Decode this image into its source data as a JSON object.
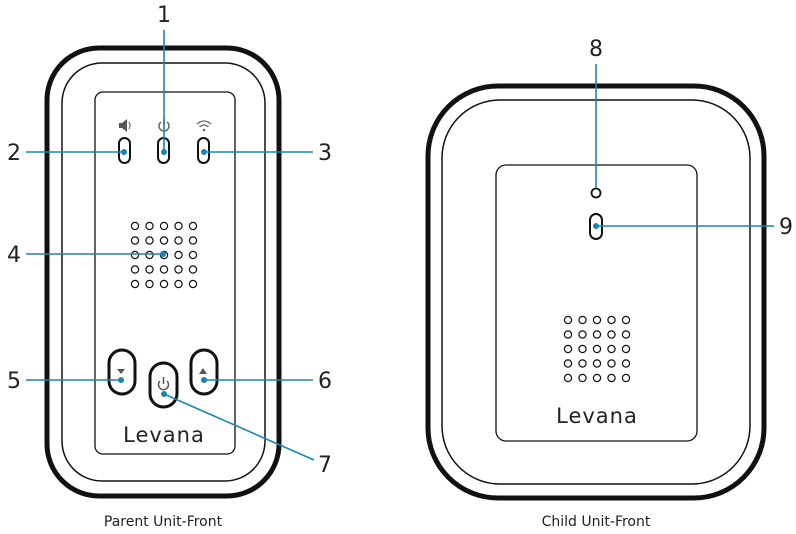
{
  "callouts": [
    "1",
    "2",
    "3",
    "4",
    "5",
    "6",
    "7",
    "8",
    "9"
  ],
  "brand": "Levana",
  "captions": {
    "parent": "Parent Unit-Front",
    "child": "Child Unit-Front"
  },
  "colors": {
    "leader": "#1a86b0",
    "outline": "#111111"
  },
  "icons": [
    "speaker-icon",
    "power-icon",
    "wifi-icon",
    "volume-down-icon",
    "volume-up-icon",
    "power-button-icon"
  ]
}
